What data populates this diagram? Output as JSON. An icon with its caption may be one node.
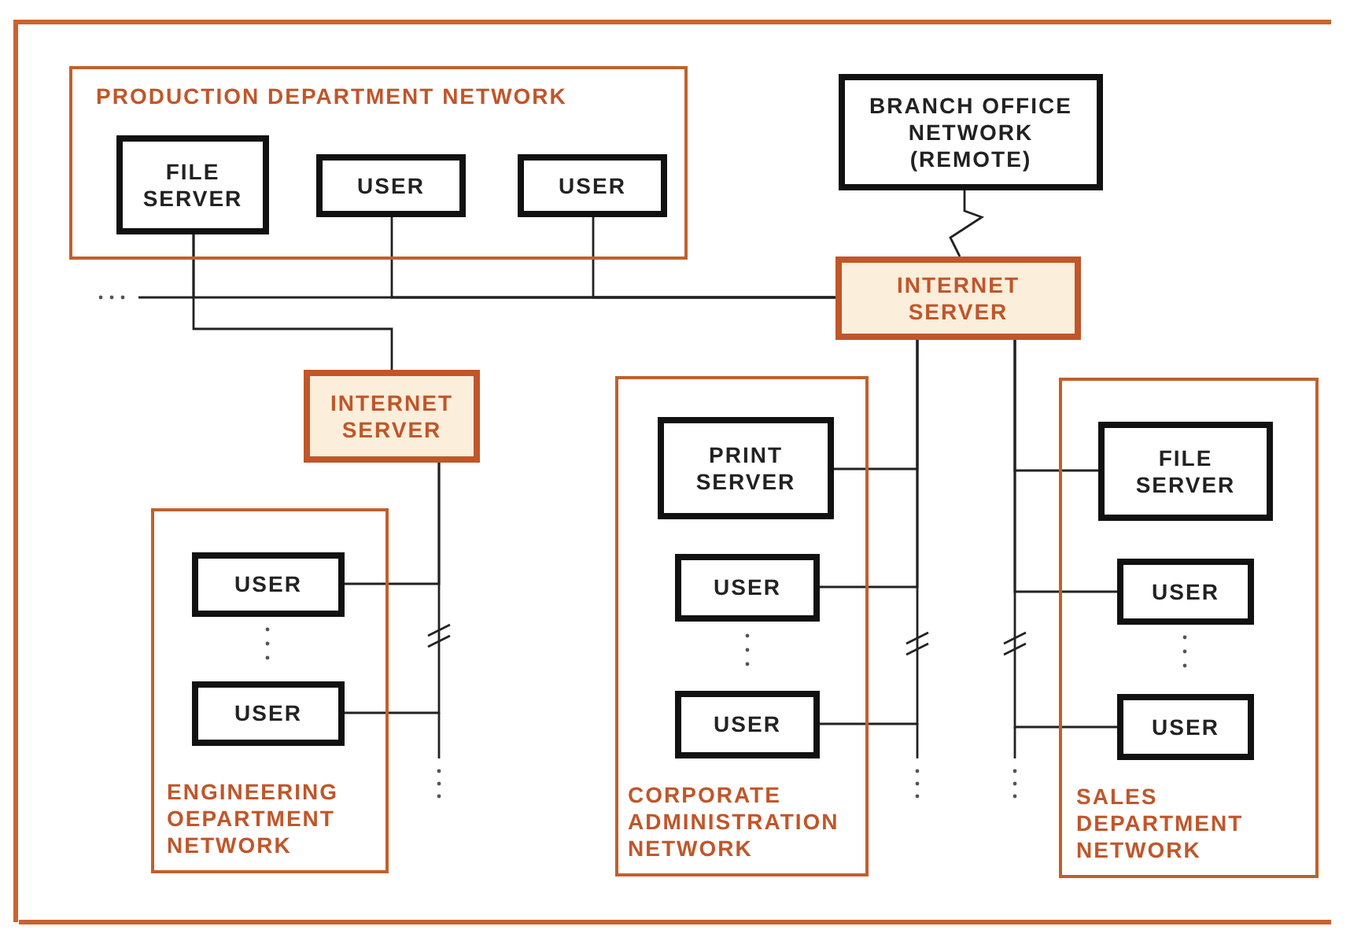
{
  "diagram": {
    "nodes": [
      {
        "text": [
          "PRODUCTION DEPARTMENT NETWORK"
        ]
      },
      {
        "text": [
          "FILE SERVER"
        ],
        "in": 0
      },
      {
        "text": [
          "USER"
        ],
        "in": 0
      },
      {
        "text": [
          "USER"
        ],
        "in": 0
      },
      {
        "text": [
          "BRANCH OFFICE NETWORK (REMOTE)"
        ]
      },
      {
        "text": [
          "INTERNET SERVER"
        ]
      },
      {
        "text": [
          "INTERNET SERVER"
        ]
      },
      {
        "text": [
          "ENGINEERING OEPARTMENT NETWORK"
        ]
      },
      {
        "text": [
          "USER"
        ],
        "in": 7
      },
      {
        "text": [
          "USER"
        ],
        "in": 7
      },
      {
        "text": [
          "CORPORATE ADMINISTRATION NETWORK"
        ]
      },
      {
        "text": [
          "PRINT SERVER"
        ],
        "in": 10
      },
      {
        "text": [
          "USER"
        ],
        "in": 10
      },
      {
        "text": [
          "USER"
        ],
        "in": 10
      },
      {
        "text": [
          "SALES DEPARTMENT NETWORK"
        ]
      },
      {
        "text": [
          "FILE SERVER"
        ],
        "in": 14
      },
      {
        "text": [
          "USER"
        ],
        "in": 14
      },
      {
        "text": [
          "USER"
        ],
        "in": 14
      }
    ],
    "edges": [
      {
        "from": 1,
        "to": 5,
        "arrow": "none"
      },
      {
        "from": 2,
        "to": 5,
        "arrow": "none"
      },
      {
        "from": 3,
        "to": 5,
        "arrow": "none"
      },
      {
        "from": 1,
        "to": 6,
        "arrow": "none"
      },
      {
        "from": 4,
        "to": 5,
        "arrow": "none"
      },
      {
        "from": 6,
        "to": 8,
        "arrow": "none"
      },
      {
        "from": 6,
        "to": 9,
        "arrow": "none"
      },
      {
        "from": 5,
        "to": 11,
        "arrow": "none"
      },
      {
        "from": 5,
        "to": 12,
        "arrow": "none"
      },
      {
        "from": 5,
        "to": 13,
        "arrow": "none"
      },
      {
        "from": 5,
        "to": 15,
        "arrow": "none"
      },
      {
        "from": 5,
        "to": 16,
        "arrow": "none"
      },
      {
        "from": 5,
        "to": 17,
        "arrow": "none"
      }
    ]
  }
}
